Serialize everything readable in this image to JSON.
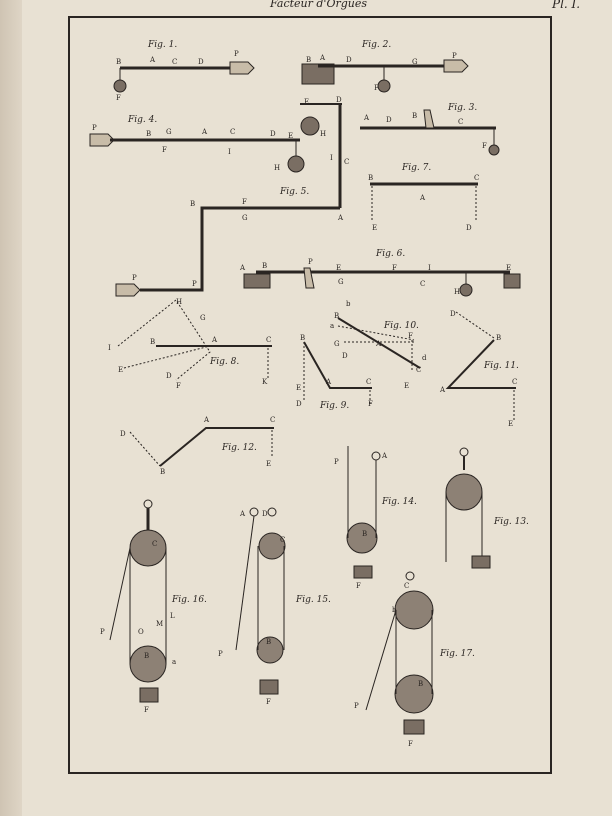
{
  "header": {
    "title": "Facteur d'Orgues",
    "plate": "Pl. I."
  },
  "figures": {
    "f1": "Fig. 1.",
    "f2": "Fig. 2.",
    "f3": "Fig. 3.",
    "f4": "Fig. 4.",
    "f5": "Fig. 5.",
    "f6": "Fig. 6.",
    "f7": "Fig. 7.",
    "f8": "Fig. 8.",
    "f9": "Fig. 9.",
    "f10": "Fig. 10.",
    "f11": "Fig. 11.",
    "f12": "Fig. 12.",
    "f13": "Fig. 13.",
    "f14": "Fig. 14.",
    "f15": "Fig. 15.",
    "f16": "Fig. 16.",
    "f17": "Fig. 17."
  },
  "letters": {
    "A": "A",
    "B": "B",
    "C": "C",
    "D": "D",
    "E": "E",
    "F": "F",
    "G": "G",
    "H": "H",
    "I": "I",
    "K": "K",
    "L": "L",
    "M": "M",
    "O": "O",
    "P": "P",
    "a": "a",
    "b": "b",
    "d": "d"
  },
  "colors": {
    "ink": "#2a2522",
    "paper": "#e8e1d3",
    "object": "#7a6e63"
  }
}
